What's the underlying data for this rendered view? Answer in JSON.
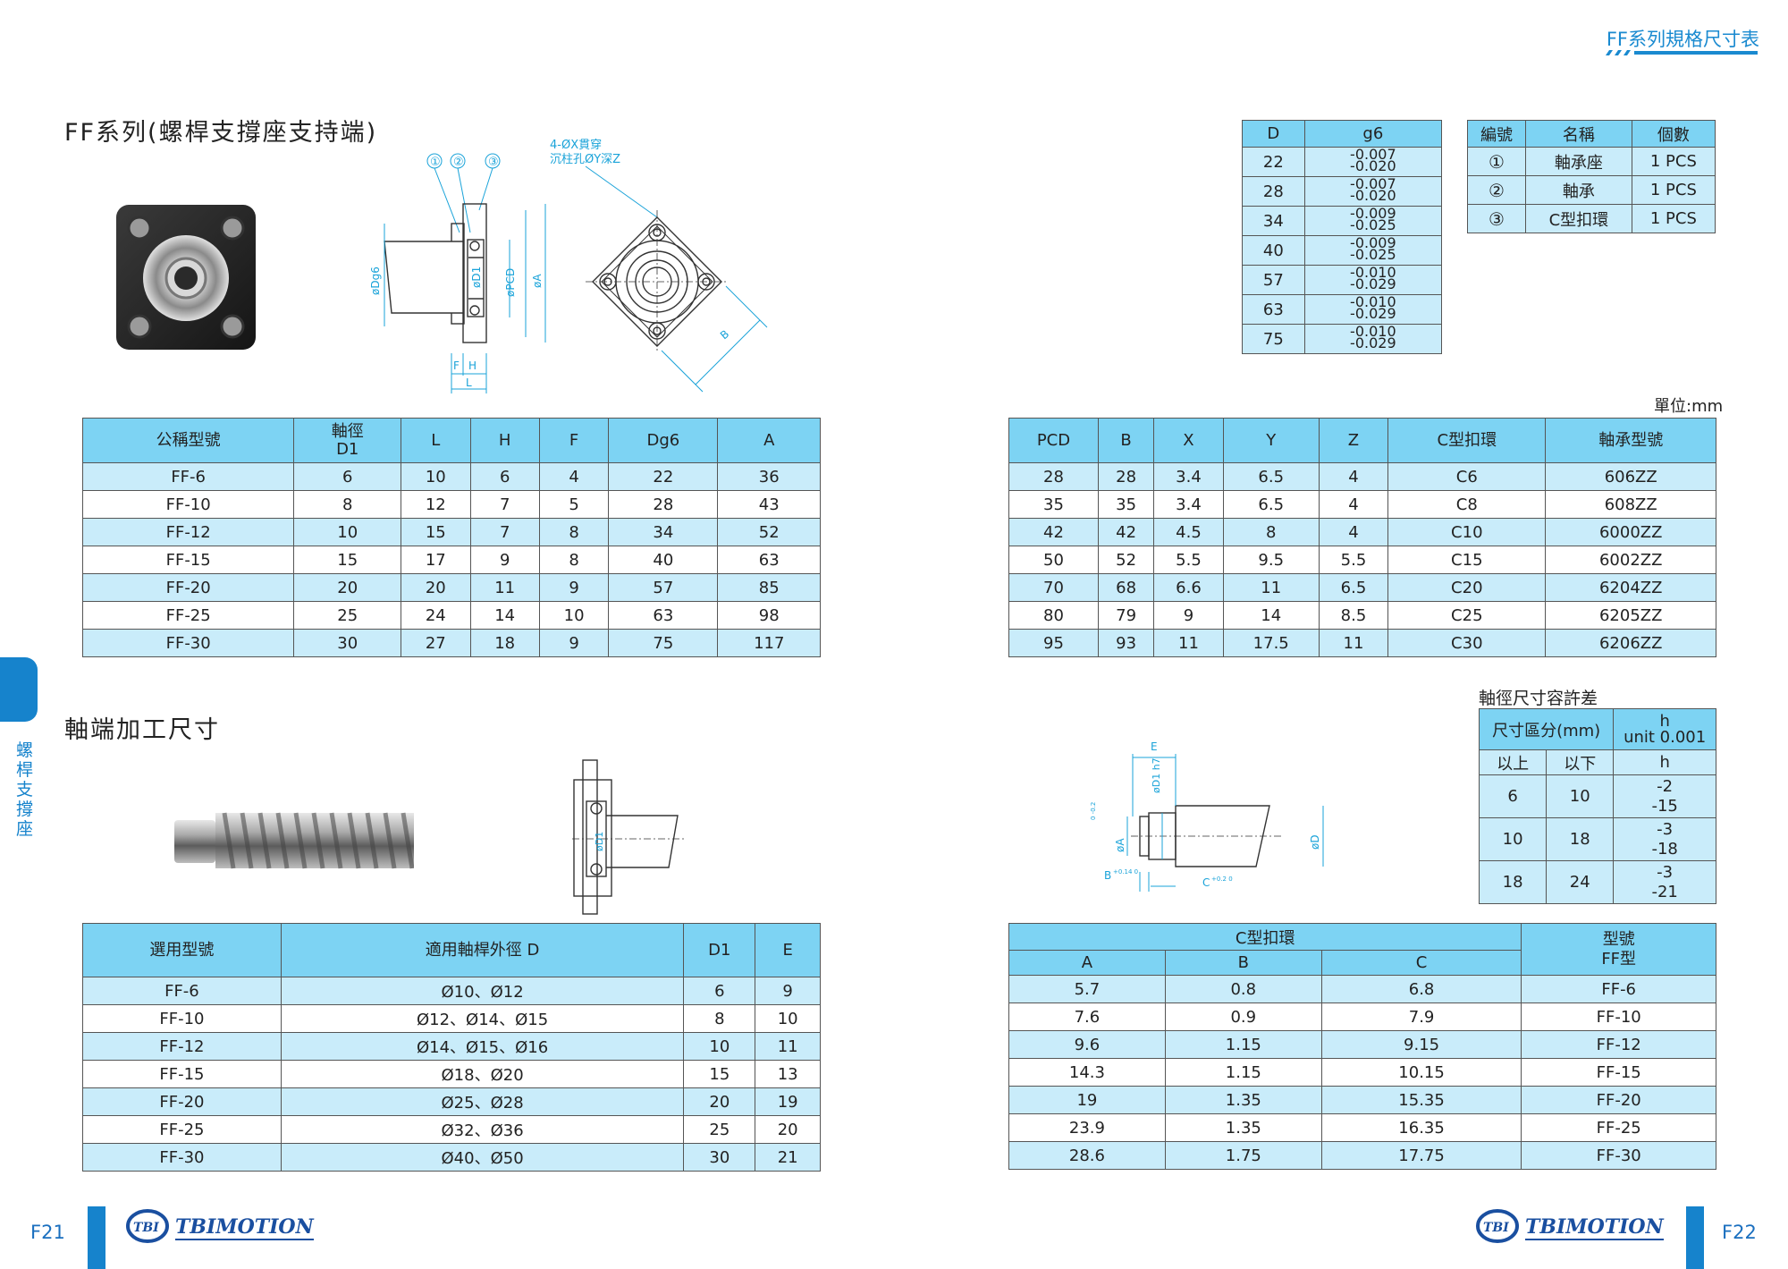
{
  "header": {
    "title": "FF系列規格尺寸表"
  },
  "section1": {
    "title": "FF系列(螺桿支撐座支持端)"
  },
  "section2": {
    "title": "軸端加工尺寸"
  },
  "drawing1": {
    "callouts": [
      "①",
      "②",
      "③"
    ],
    "note_line1": "4-ØX貫穿",
    "note_line2": "沉柱孔ØY深Z",
    "labels": {
      "dg6": "øDg6",
      "d1": "øD1",
      "pcd": "øPCD",
      "a": "øA",
      "f": "F",
      "h": "H",
      "l": "L",
      "b": "B"
    }
  },
  "drawing2": {
    "labels": {
      "e": "E",
      "d1h7": "øD1 h7",
      "a": "øA",
      "a_tol": "0 -0.2",
      "b": "B",
      "b_tol": "+0.14 0",
      "c": "C",
      "c_tol": "+0.2 0",
      "d": "øD",
      "d1": "øD1"
    }
  },
  "g6_table": {
    "headers": [
      "D",
      "g6"
    ],
    "rows": [
      {
        "d": "22",
        "up": "-0.007",
        "lo": "-0.020"
      },
      {
        "d": "28",
        "up": "-0.007",
        "lo": "-0.020"
      },
      {
        "d": "34",
        "up": "-0.009",
        "lo": "-0.025"
      },
      {
        "d": "40",
        "up": "-0.009",
        "lo": "-0.025"
      },
      {
        "d": "57",
        "up": "-0.010",
        "lo": "-0.029"
      },
      {
        "d": "63",
        "up": "-0.010",
        "lo": "-0.029"
      },
      {
        "d": "75",
        "up": "-0.010",
        "lo": "-0.029"
      }
    ]
  },
  "parts_table": {
    "headers": [
      "編號",
      "名稱",
      "個數"
    ],
    "rows": [
      [
        "①",
        "軸承座",
        "1 PCS"
      ],
      [
        "②",
        "軸承",
        "1 PCS"
      ],
      [
        "③",
        "C型扣環",
        "1 PCS"
      ]
    ]
  },
  "unit_note": "單位:mm",
  "spec_left": {
    "headers": [
      "公稱型號",
      "軸徑\nD1",
      "L",
      "H",
      "F",
      "Dg6",
      "A"
    ],
    "rows": [
      [
        "FF-6",
        "6",
        "10",
        "6",
        "4",
        "22",
        "36"
      ],
      [
        "FF-10",
        "8",
        "12",
        "7",
        "5",
        "28",
        "43"
      ],
      [
        "FF-12",
        "10",
        "15",
        "7",
        "8",
        "34",
        "52"
      ],
      [
        "FF-15",
        "15",
        "17",
        "9",
        "8",
        "40",
        "63"
      ],
      [
        "FF-20",
        "20",
        "20",
        "11",
        "9",
        "57",
        "85"
      ],
      [
        "FF-25",
        "25",
        "24",
        "14",
        "10",
        "63",
        "98"
      ],
      [
        "FF-30",
        "30",
        "27",
        "18",
        "9",
        "75",
        "117"
      ]
    ]
  },
  "spec_right": {
    "headers": [
      "PCD",
      "B",
      "X",
      "Y",
      "Z",
      "C型扣環",
      "軸承型號"
    ],
    "rows": [
      [
        "28",
        "28",
        "3.4",
        "6.5",
        "4",
        "C6",
        "606ZZ"
      ],
      [
        "35",
        "35",
        "3.4",
        "6.5",
        "4",
        "C8",
        "608ZZ"
      ],
      [
        "42",
        "42",
        "4.5",
        "8",
        "4",
        "C10",
        "6000ZZ"
      ],
      [
        "50",
        "52",
        "5.5",
        "9.5",
        "5.5",
        "C15",
        "6002ZZ"
      ],
      [
        "70",
        "68",
        "6.6",
        "11",
        "6.5",
        "C20",
        "6204ZZ"
      ],
      [
        "80",
        "79",
        "9",
        "14",
        "8.5",
        "C25",
        "6205ZZ"
      ],
      [
        "95",
        "93",
        "11",
        "17.5",
        "11",
        "C30",
        "6206ZZ"
      ]
    ]
  },
  "tolerance": {
    "title": "軸徑尺寸容許差",
    "header_size": "尺寸區分(mm)",
    "header_h": "h",
    "header_unit": "unit 0.001",
    "sub": [
      "以上",
      "以下",
      "h"
    ],
    "rows": [
      {
        "from": "6",
        "to": "10",
        "up": "-2",
        "lo": "-15"
      },
      {
        "from": "10",
        "to": "18",
        "up": "-3",
        "lo": "-18"
      },
      {
        "from": "18",
        "to": "24",
        "up": "-3",
        "lo": "-21"
      }
    ]
  },
  "shaft_left": {
    "headers": [
      "選用型號",
      "適用軸桿外徑 D",
      "D1",
      "E"
    ],
    "rows": [
      [
        "FF-6",
        "Ø10、Ø12",
        "6",
        "9"
      ],
      [
        "FF-10",
        "Ø12、Ø14、Ø15",
        "8",
        "10"
      ],
      [
        "FF-12",
        "Ø14、Ø15、Ø16",
        "10",
        "11"
      ],
      [
        "FF-15",
        "Ø18、Ø20",
        "15",
        "13"
      ],
      [
        "FF-20",
        "Ø25、Ø28",
        "20",
        "19"
      ],
      [
        "FF-25",
        "Ø32、Ø36",
        "25",
        "20"
      ],
      [
        "FF-30",
        "Ø40、Ø50",
        "30",
        "21"
      ]
    ]
  },
  "shaft_right": {
    "group": "C型扣環",
    "model_header": "型號\nFF型",
    "sub": [
      "A",
      "B",
      "C"
    ],
    "rows": [
      [
        "5.7",
        "0.8",
        "6.8",
        "FF-6"
      ],
      [
        "7.6",
        "0.9",
        "7.9",
        "FF-10"
      ],
      [
        "9.6",
        "1.15",
        "9.15",
        "FF-12"
      ],
      [
        "14.3",
        "1.15",
        "10.15",
        "FF-15"
      ],
      [
        "19",
        "1.35",
        "15.35",
        "FF-20"
      ],
      [
        "23.9",
        "1.35",
        "16.35",
        "FF-25"
      ],
      [
        "28.6",
        "1.75",
        "17.75",
        "FF-30"
      ]
    ]
  },
  "sidebar": {
    "text": "螺桿支撐座"
  },
  "footer": {
    "left_page": "F21",
    "right_page": "F22",
    "logo_mark": "TBI",
    "logo_text": "TBIMOTION"
  },
  "colors": {
    "accent": "#1683cc",
    "header_fill": "#7dd3f3",
    "row_fill": "#c9ecfa"
  }
}
